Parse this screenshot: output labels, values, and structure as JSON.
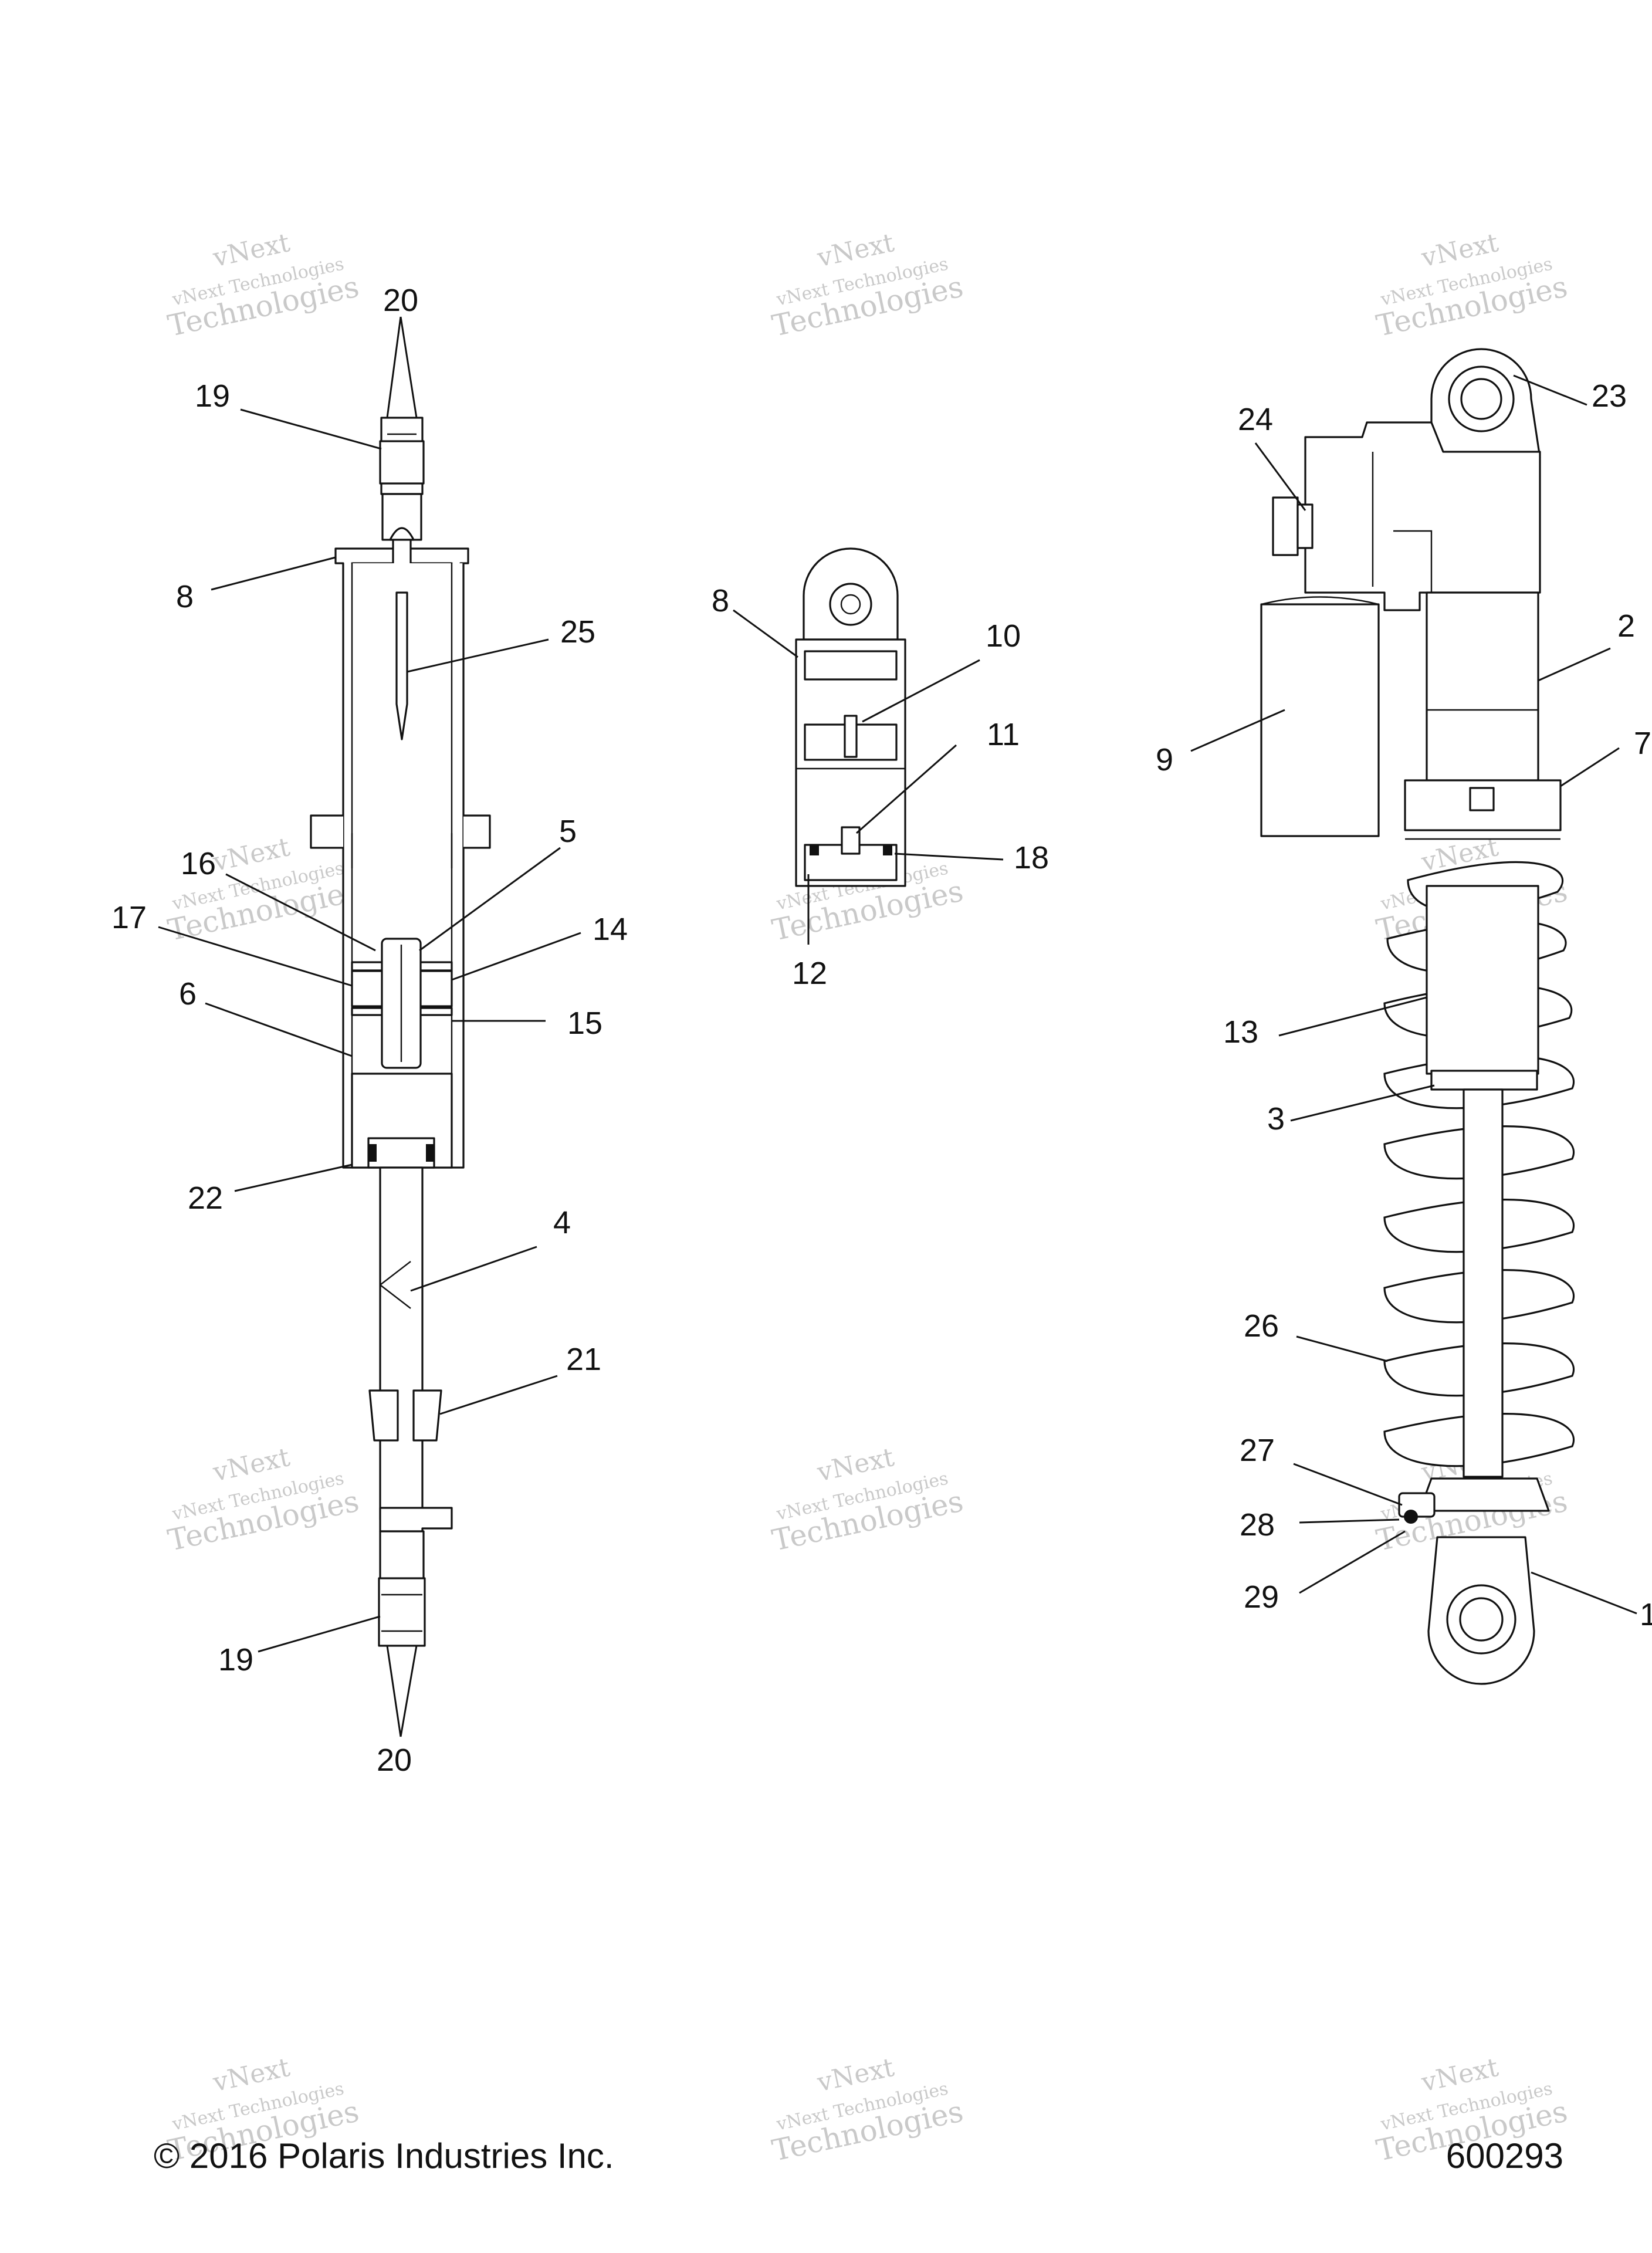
{
  "footer": {
    "copyright": "© 2016 Polaris Industries Inc.",
    "figure_number": "600293"
  },
  "watermark": {
    "line1": "vNext Technologies",
    "line2": "vNext",
    "line3": "Technologies"
  },
  "callouts": {
    "c20_top": "20",
    "c19_top": "19",
    "c8_left": "8",
    "c25": "25",
    "c16": "16",
    "c5": "5",
    "c17": "17",
    "c14": "14",
    "c6": "6",
    "c15": "15",
    "c22": "22",
    "c4": "4",
    "c21": "21",
    "c19_bottom": "19",
    "c20_bottom": "20",
    "c8_mid": "8",
    "c10": "10",
    "c11": "11",
    "c18": "18",
    "c12": "12",
    "c24": "24",
    "c23": "23",
    "c2": "2",
    "c9": "9",
    "c7": "7",
    "c13": "13",
    "c3": "3",
    "c26": "26",
    "c27": "27",
    "c28": "28",
    "c29": "29",
    "c1": "1"
  }
}
